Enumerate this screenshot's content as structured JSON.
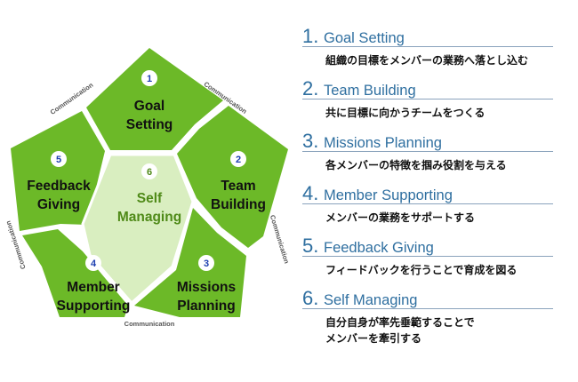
{
  "diagram": {
    "segments": [
      {
        "num": "1",
        "line1": "Goal",
        "line2": "Setting"
      },
      {
        "num": "2",
        "line1": "Team",
        "line2": "Building"
      },
      {
        "num": "3",
        "line1": "Missions",
        "line2": "Planning"
      },
      {
        "num": "4",
        "line1": "Member",
        "line2": "Supporting"
      },
      {
        "num": "5",
        "line1": "Feedback",
        "line2": "Giving"
      }
    ],
    "center": {
      "num": "6",
      "line1": "Self",
      "line2": "Managing"
    },
    "communication_label": "Communication"
  },
  "steps": [
    {
      "num": "1.",
      "title": "Goal Setting",
      "desc": [
        "組織の目標をメンバーの業務へ落とし込む"
      ]
    },
    {
      "num": "2.",
      "title": "Team Building",
      "desc": [
        "共に目標に向かうチームをつくる"
      ]
    },
    {
      "num": "3.",
      "title": "Missions Planning",
      "desc": [
        "各メンバーの特徴を掴み役割を与える"
      ]
    },
    {
      "num": "4.",
      "title": "Member Supporting",
      "desc": [
        "メンバーの業務をサポートする"
      ]
    },
    {
      "num": "5.",
      "title": "Feedback Giving",
      "desc": [
        "フィードバックを行うことで育成を図る"
      ]
    },
    {
      "num": "6.",
      "title": "Self Managing",
      "desc": [
        "自分自身が率先垂範することで",
        "メンバーを牽引する"
      ]
    }
  ],
  "colors": {
    "segment_green": "#6cb928",
    "center_green": "#d9eec0",
    "number_blue": "#1d3fb0",
    "accent_blue": "#2f6fa0",
    "center_text": "#4f8a18"
  }
}
